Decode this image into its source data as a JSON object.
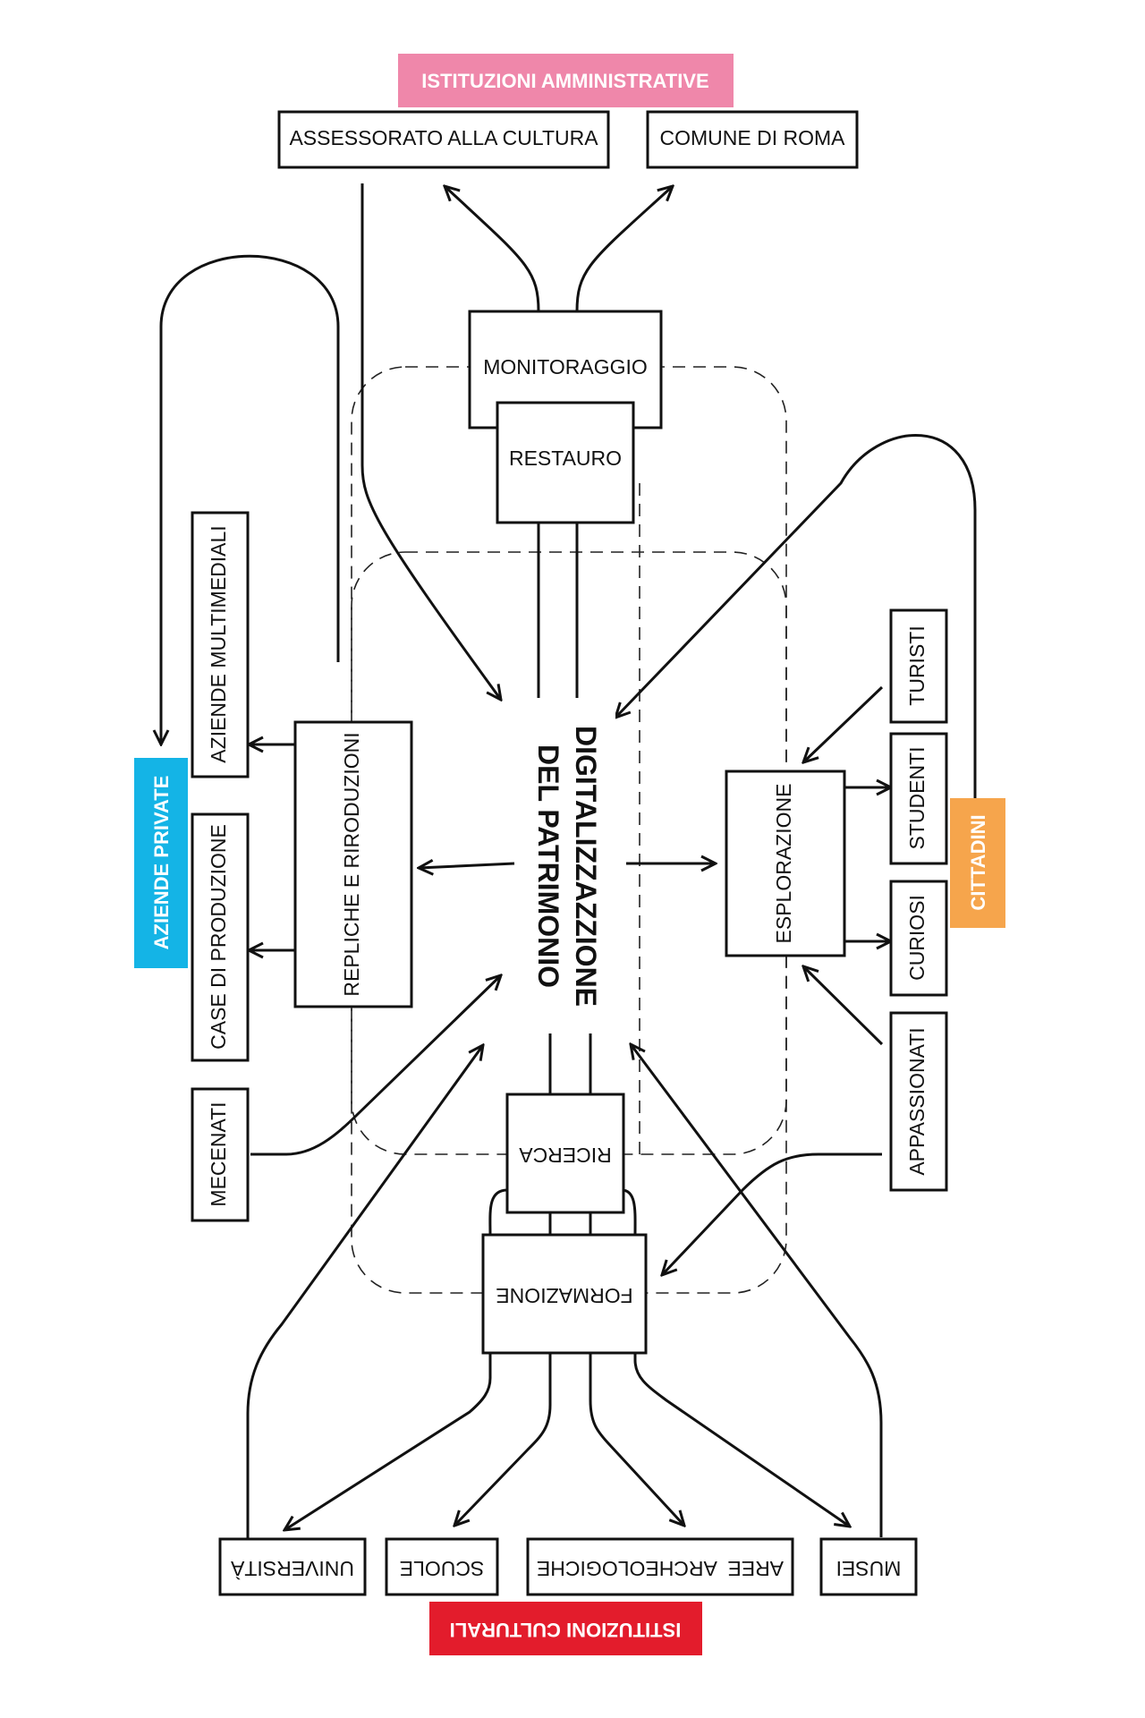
{
  "center": {
    "line1": "DIGITALIZZAZZIONE",
    "line2": "DEL PATRIMONIO"
  },
  "groups": {
    "istituzioni_amministrative": {
      "label": "ISTITUZIONI AMMINISTRATIVE",
      "color": "#ef87aa"
    },
    "aziende_private": {
      "label": "AZIENDE PRIVATE",
      "color": "#14b4e6"
    },
    "cittadini": {
      "label": "CITTADINI",
      "color": "#f6a54c"
    },
    "istituzioni_culturali": {
      "label": "ISTITUZIONI CULTURALI",
      "color": "#e31c2c"
    }
  },
  "nodes": {
    "assessorato": "ASSESSORATO ALLA CULTURA",
    "comune": "COMUNE DI ROMA",
    "monitoraggio": "MONITORAGGIO",
    "restauro": "RESTAURO",
    "aziende_multimediali": "AZIENDE MULTIMEDIALI",
    "case_di_produzione": "CASE DI PRODUZIONE",
    "repliche": "REPLICHE E RIRODUZIONI",
    "mecenati": "MECENATI",
    "esplorazione": "ESPLORAZIONE",
    "turisti": "TURISTI",
    "studenti": "STUDENTI",
    "curiosi": "CURIOSI",
    "appassionati": "APPASSIONATI",
    "ricerca": "RICERCA",
    "formazione": "FORMAZIONE",
    "universita": "UNIVERSITÀ",
    "scuole": "SCUOLE",
    "aree_archeologiche": "AREE  ARCHEOLOGICHE",
    "musei": "MUSEI"
  }
}
